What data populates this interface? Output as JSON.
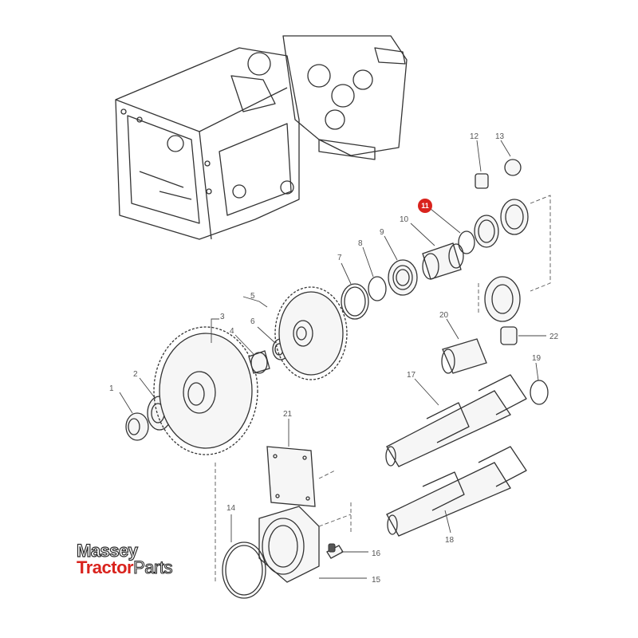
{
  "diagram": {
    "part_numbers": [
      "1",
      "2",
      "3",
      "4",
      "5",
      "6",
      "7",
      "8",
      "9",
      "10",
      "11",
      "12",
      "13",
      "14",
      "15",
      "16",
      "17",
      "18",
      "19",
      "20",
      "21",
      "22"
    ],
    "highlighted_part": "11",
    "highlight_color": "#d9231d"
  },
  "logo": {
    "line1": "Massey",
    "line2a": "Tractor",
    "line2b": "Parts",
    "color_accent": "#d9231d"
  }
}
